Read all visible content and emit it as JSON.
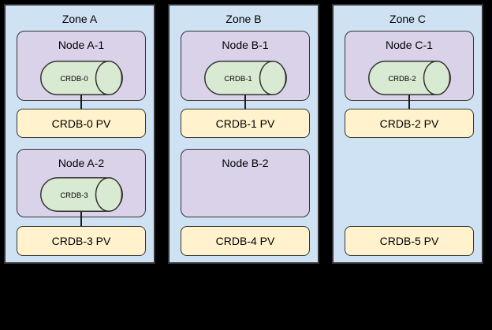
{
  "colors": {
    "background": "#000000",
    "zone_fill": "#cfe2f3",
    "node_fill": "#d9d2e9",
    "pod_fill": "#d9ead3",
    "pv_fill": "#fff2cc",
    "border": "#333333"
  },
  "zones": [
    {
      "title": "Zone A",
      "node1": {
        "title": "Node A-1",
        "pod": "CRDB-0"
      },
      "pv1": "CRDB-0 PV",
      "node2": {
        "title": "Node A-2",
        "pod": "CRDB-3"
      },
      "pv2": "CRDB-3 PV"
    },
    {
      "title": "Zone B",
      "node1": {
        "title": "Node B-1",
        "pod": "CRDB-1"
      },
      "pv1": "CRDB-1 PV",
      "node2": {
        "title": "Node B-2"
      },
      "pv2": "CRDB-4 PV"
    },
    {
      "title": "Zone C",
      "node1": {
        "title": "Node C-1",
        "pod": "CRDB-2"
      },
      "pv1": "CRDB-2 PV",
      "pv2": "CRDB-5 PV"
    }
  ]
}
